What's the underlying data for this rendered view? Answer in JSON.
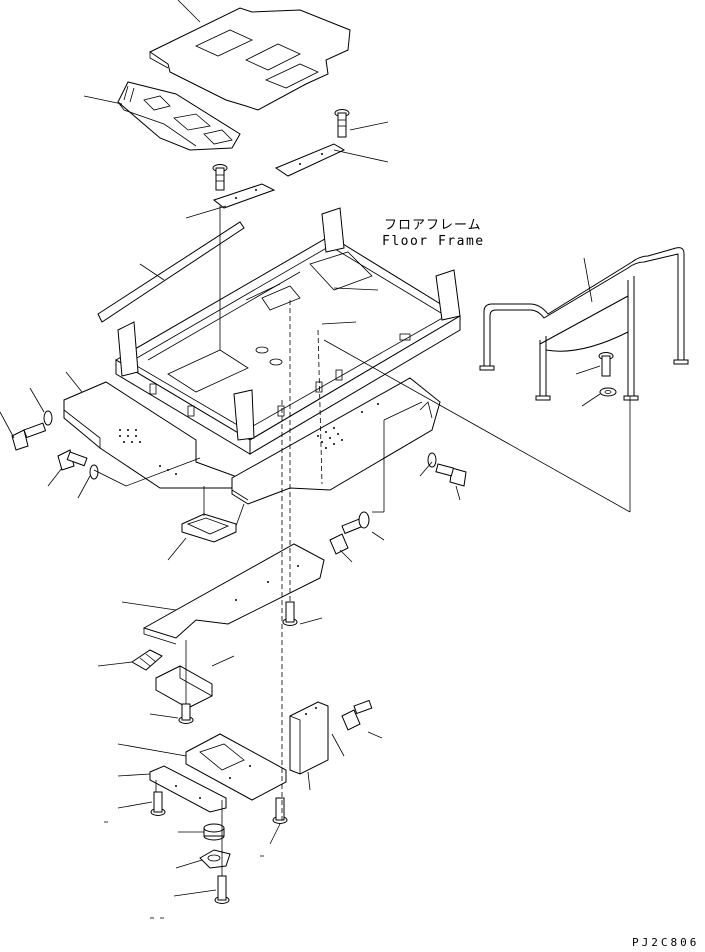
{
  "labels": {
    "frame_jp": "フロアフレーム",
    "frame_en": "Floor Frame",
    "drawing_code": "PJ2C806"
  }
}
